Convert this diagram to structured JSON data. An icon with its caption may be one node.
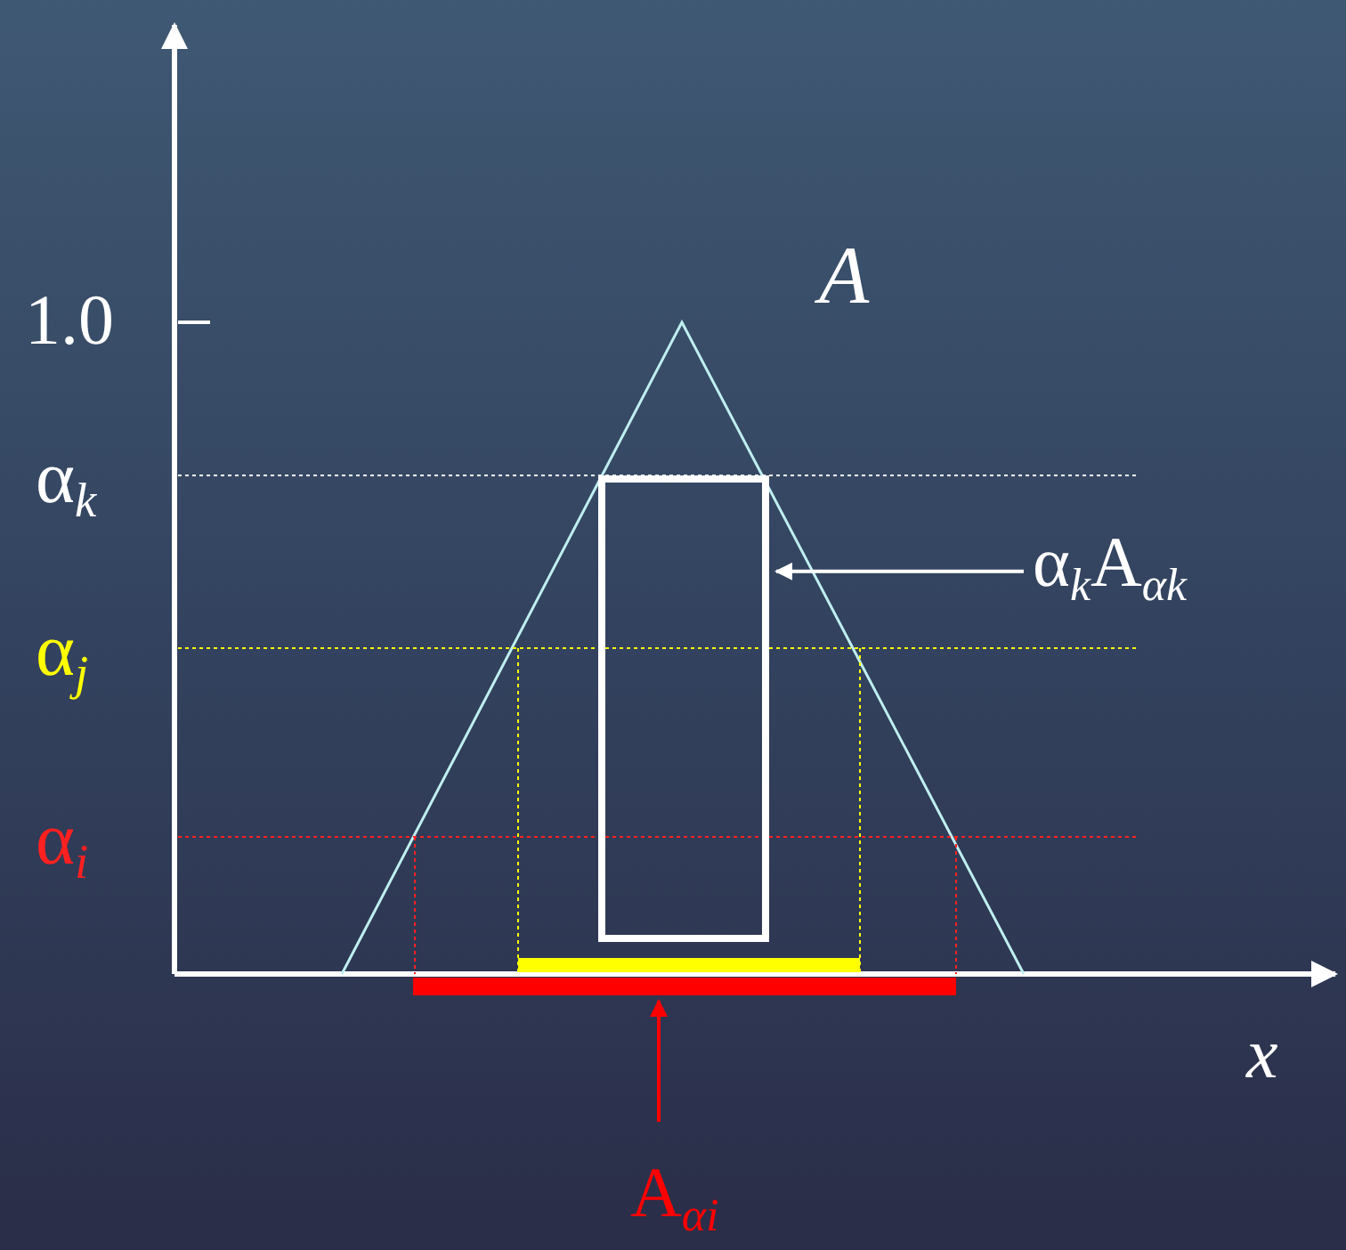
{
  "diagram": {
    "nodes": [
      {
        "text": [
          "α$_{k}$A$_{αk}$"
        ]
      },
      {
        "text": [],
        "shape": "box"
      },
      {
        "text": [
          "A$_{αi}$"
        ]
      },
      {
        "text": [],
        "shape": "bar"
      }
    ],
    "edges": [
      {
        "from": 0,
        "to": 1,
        "arrow": "to"
      },
      {
        "from": 2,
        "to": 3,
        "arrow": "to",
        "color": "#ff0000"
      }
    ],
    "labels": [
      "A",
      "1.0",
      "α$_{k}$",
      "α$_{j}$",
      "α$_{i}$",
      "x"
    ]
  }
}
